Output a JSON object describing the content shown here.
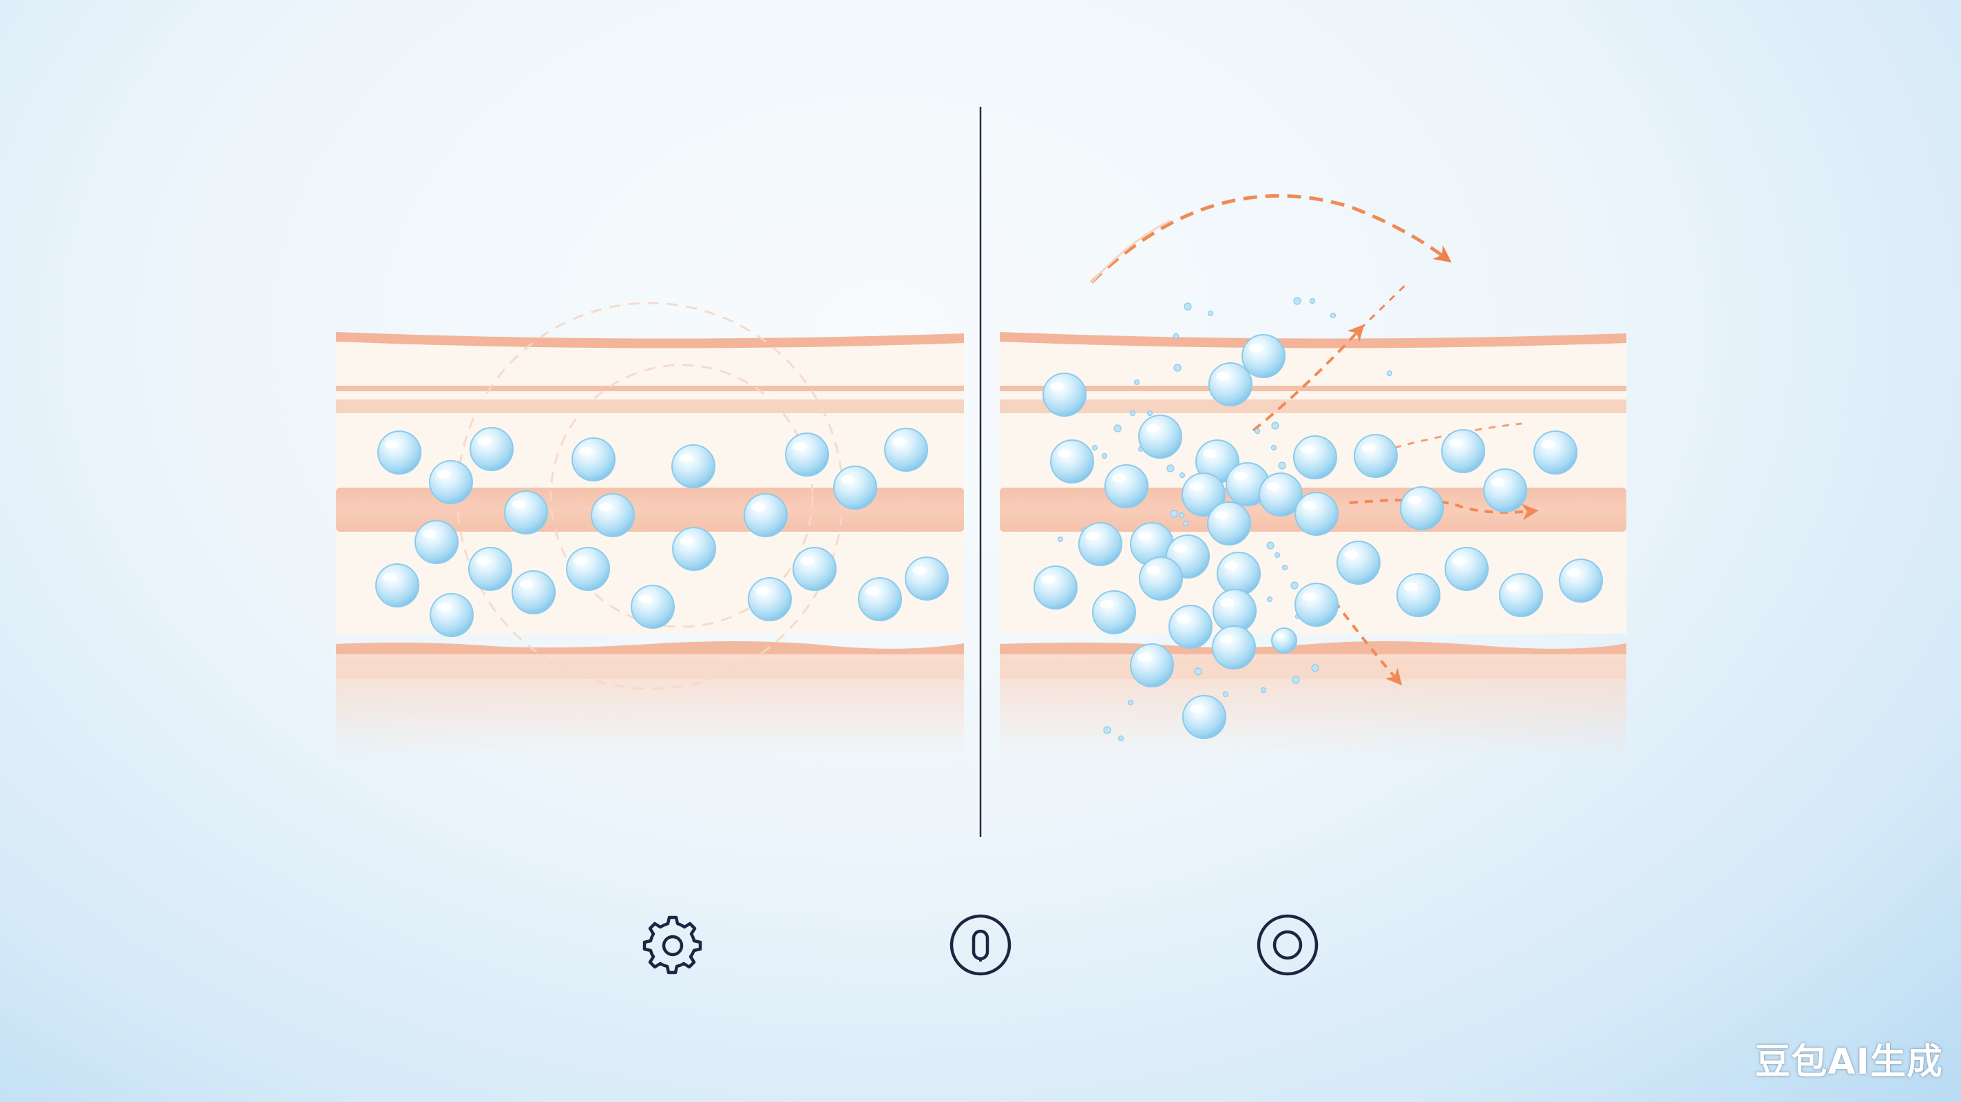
{
  "colors": {
    "skin_line": "#f2b9a0",
    "skin_band": "#f6c8b3",
    "skin_cream": "#fdf6ef",
    "skin_fade": "#fbe3d6",
    "molecule": "#a9dcf5",
    "arrow": "#f08a55",
    "divider": "#2b2b3a",
    "icon_stroke": "#1f2440"
  },
  "panels": [
    {
      "id": "intact",
      "description_icon": "gear-icon"
    },
    {
      "id": "disrupted",
      "description_icon": "target-icon"
    }
  ],
  "bottom_icons": [
    {
      "name": "gear-icon"
    },
    {
      "name": "capsule-icon"
    },
    {
      "name": "target-icon"
    }
  ],
  "watermark": "豆包AI生成"
}
